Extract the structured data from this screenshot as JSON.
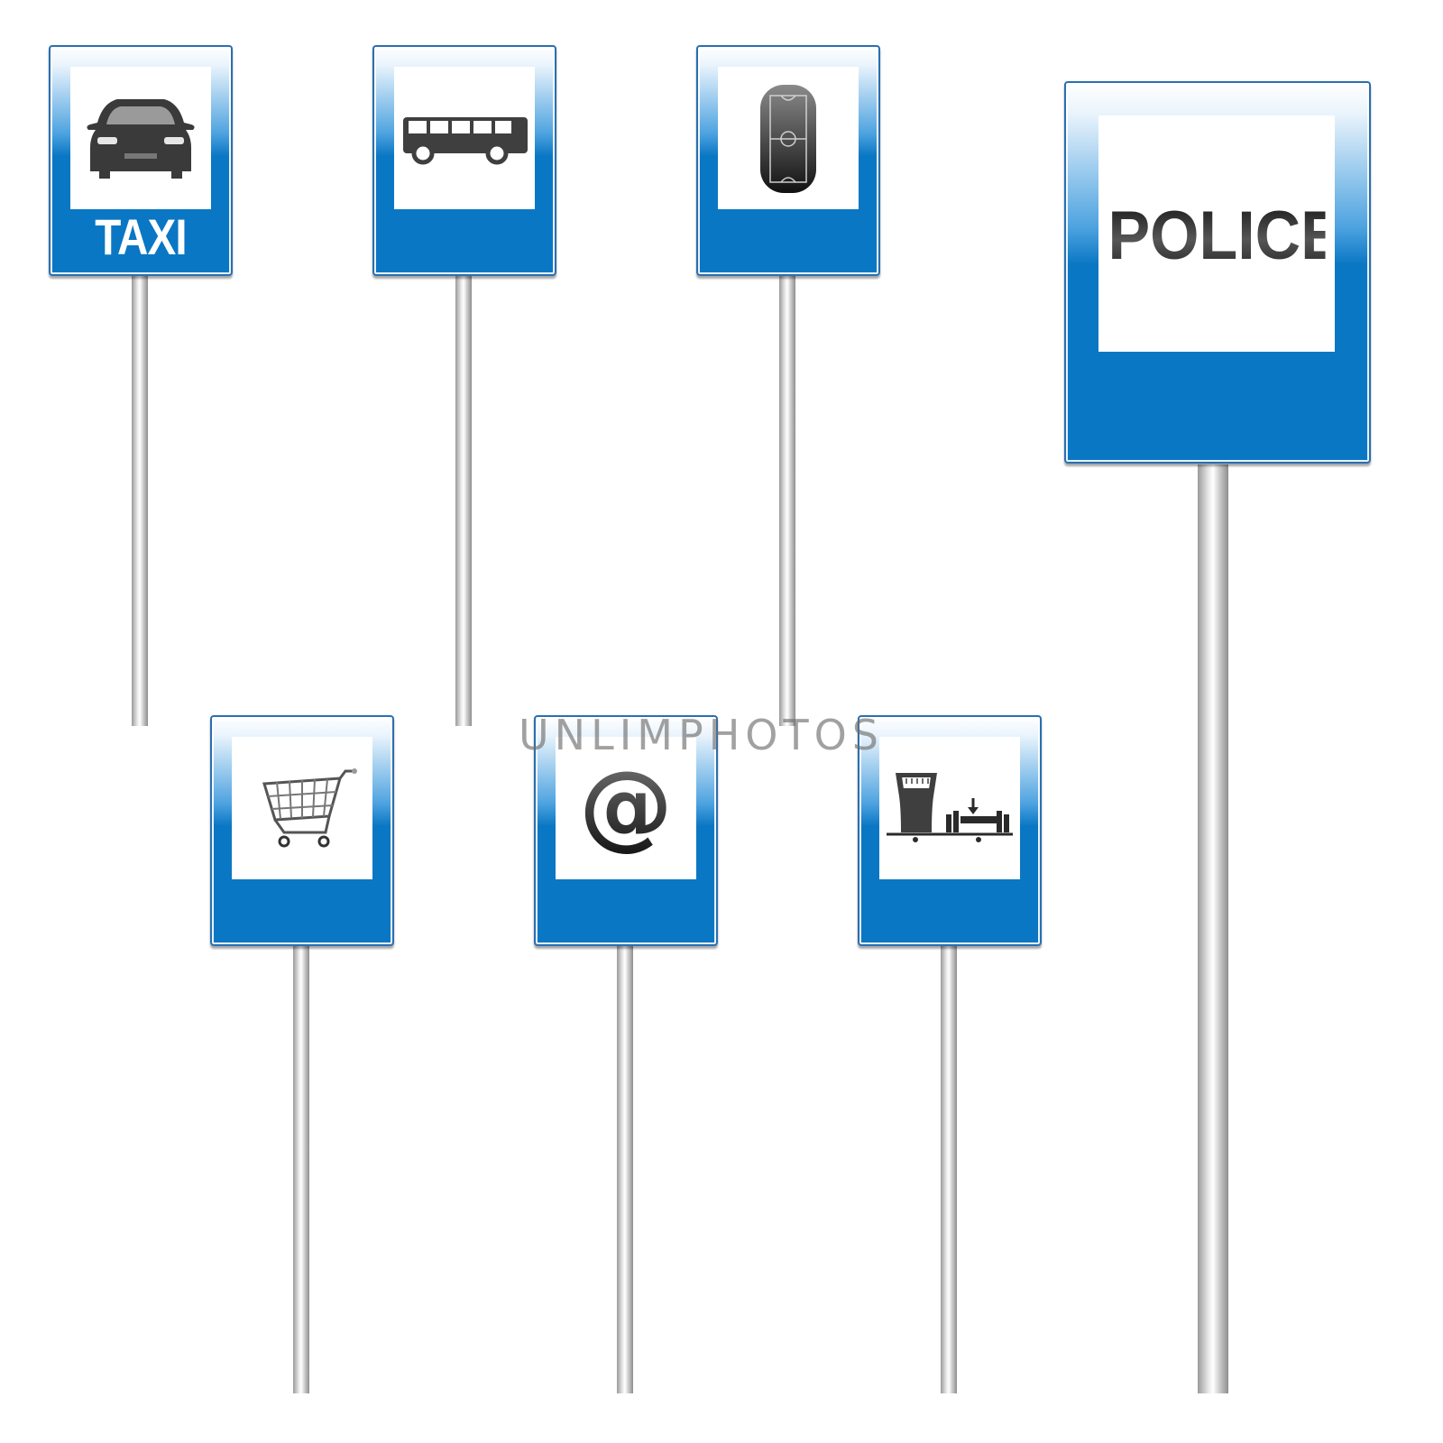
{
  "signs": {
    "taxi": {
      "caption": "TAXI",
      "icon": "car-icon"
    },
    "bus": {
      "icon": "bus-icon"
    },
    "stadium": {
      "icon": "stadium-field-icon"
    },
    "police": {
      "caption": "POLICE"
    },
    "shopping": {
      "icon": "shopping-cart-icon"
    },
    "internet": {
      "icon": "at-sign-icon",
      "glyph": "@"
    },
    "weighbridge": {
      "icon": "weighing-scale-icon"
    }
  },
  "watermark": {
    "text": "UNLIMPHOTOS"
  },
  "colors": {
    "sign_blue": "#0a77c4",
    "panel_white": "#ffffff",
    "pole_gray": "#cfcfcf"
  }
}
